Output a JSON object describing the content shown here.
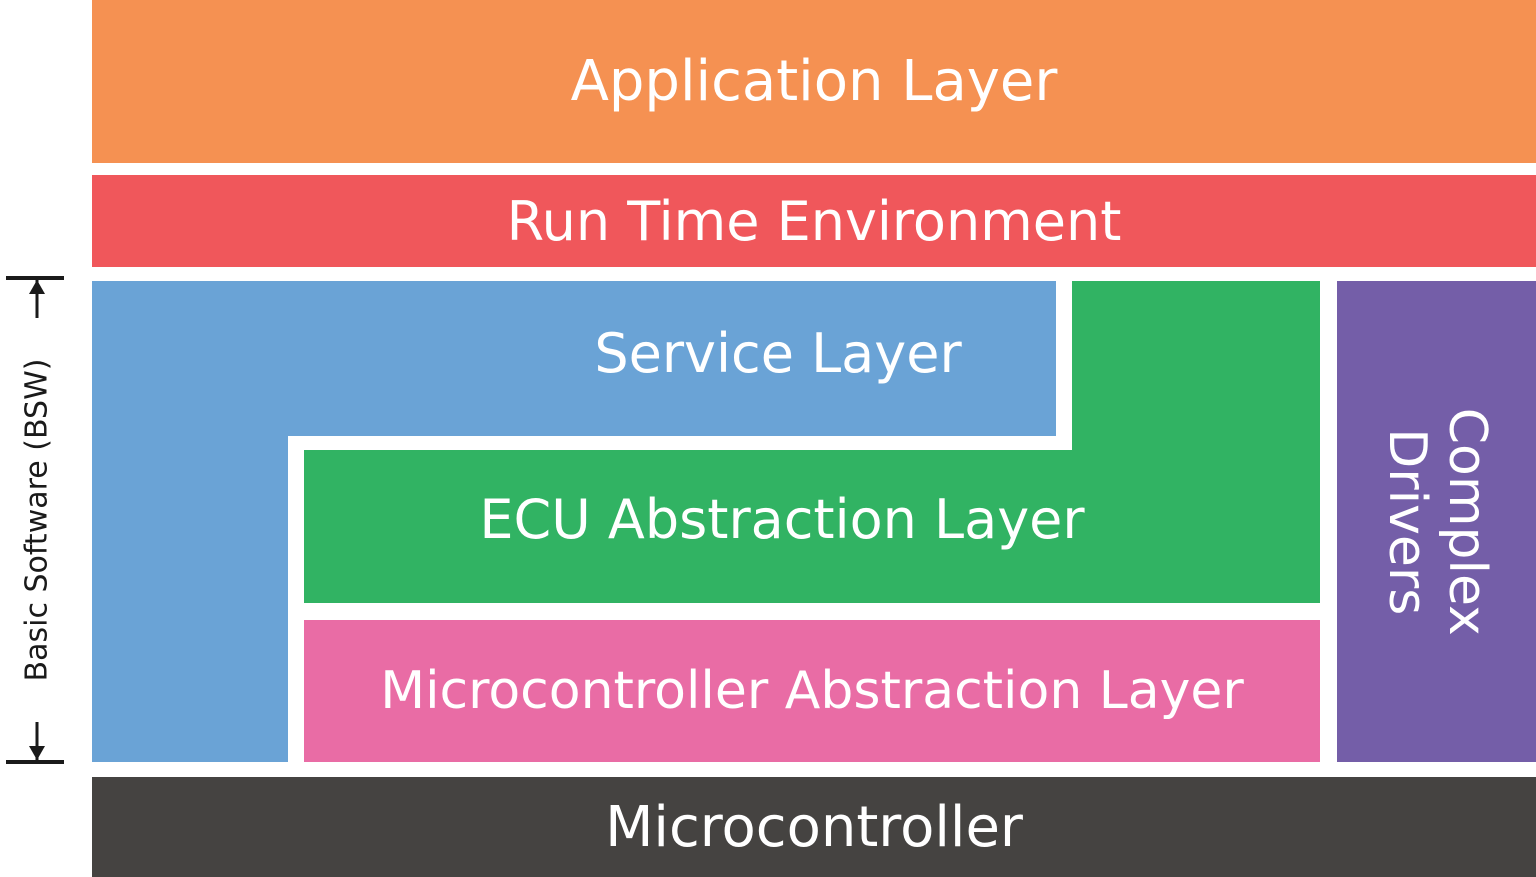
{
  "layers": {
    "application": {
      "label": "Application Layer",
      "color": "#f59152"
    },
    "rte": {
      "label": "Run Time Environment",
      "color": "#f0575b"
    },
    "service": {
      "label": "Service Layer",
      "color": "#6aa3d6"
    },
    "ecu_abstraction": {
      "label": "ECU Abstraction Layer",
      "color": "#31b363"
    },
    "mcal": {
      "label": "Microcontroller Abstraction Layer",
      "color": "#e96ca5"
    },
    "complex_drivers": {
      "label_line1": "Complex",
      "label_line2": "Drivers",
      "color": "#745ea8"
    },
    "microcontroller": {
      "label": "Microcontroller",
      "color": "#454341"
    }
  },
  "bsw_bracket": {
    "label": "Basic Software (BSW)",
    "color": "#1a1a1a"
  }
}
